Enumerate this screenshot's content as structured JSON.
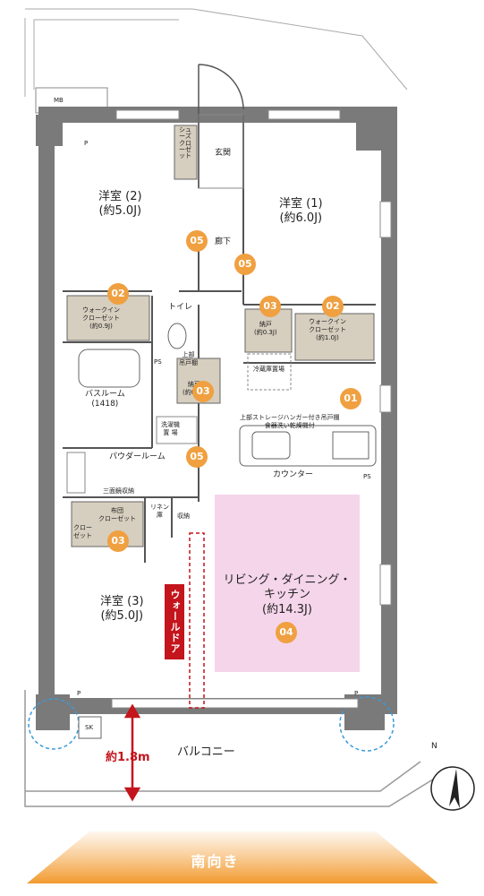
{
  "rooms": {
    "western_room_2": {
      "name": "洋室 (2)",
      "area": "(約5.0J)"
    },
    "western_room_1": {
      "name": "洋室 (1)",
      "area": "(約6.0J)"
    },
    "western_room_3": {
      "name": "洋室 (3)",
      "area": "(約5.0J)"
    },
    "ldk": {
      "name_line1": "リビング・ダイニング・",
      "name_line2": "キッチン",
      "area": "(約14.3J)"
    },
    "entrance": "玄関",
    "hallway": "廊下",
    "toilet": "トイレ",
    "bathroom": {
      "name": "バスルーム",
      "size": "(1418)"
    },
    "powder_room": "パウダールーム",
    "balcony": "バルコニー",
    "shoe_closet": "シューズクローゼット",
    "walk_in_closet_left": {
      "line1": "ウォークイン",
      "line2": "クローゼット",
      "area": "(約0.9J)"
    },
    "walk_in_closet_right": {
      "line1": "ウォークイン",
      "line2": "クローゼット",
      "area": "(約1.0J)"
    },
    "storage_1": {
      "name": "納戸",
      "area": "(約0.3J)"
    },
    "storage_2": {
      "name": "納戸",
      "area": "(約0.4J)"
    },
    "fridge_space": "冷蔵庫置場",
    "washer_space_line1": "洗濯機",
    "washer_space_line2": "置 場",
    "upper_cabinet_line1": "上部",
    "upper_cabinet_line2": "吊戸棚",
    "kitchen_note_line1": "上部ストレージハンガー付き吊戸棚",
    "kitchen_note_line2": "食器洗い乾燥機付",
    "counter": "カウンター",
    "triple_mirror": "三面鏡収納",
    "futon_closet": {
      "line1": "布団",
      "line2": "クローゼット"
    },
    "closet_small_line1": "クロー",
    "closet_small_line2": "ゼット",
    "linen_line1": "リネン",
    "linen_line2": "庫",
    "storage_cabinet": "収納",
    "mb": "MB",
    "ps": "PS",
    "p": "P",
    "sk": "SK"
  },
  "badges": {
    "b01": "01",
    "b02": "02",
    "b03": "03",
    "b04": "04",
    "b05": "05"
  },
  "wall_door_label": "ウォールドア",
  "balcony_depth": "約1.8m",
  "orientation": "南向き",
  "north": "N",
  "colors": {
    "wall": "#7a7a7a",
    "ldk_fill": "#f5d5ea",
    "closet_fill": "#d6cebe",
    "badge": "#f0a040",
    "accent_red": "#c4141c"
  }
}
